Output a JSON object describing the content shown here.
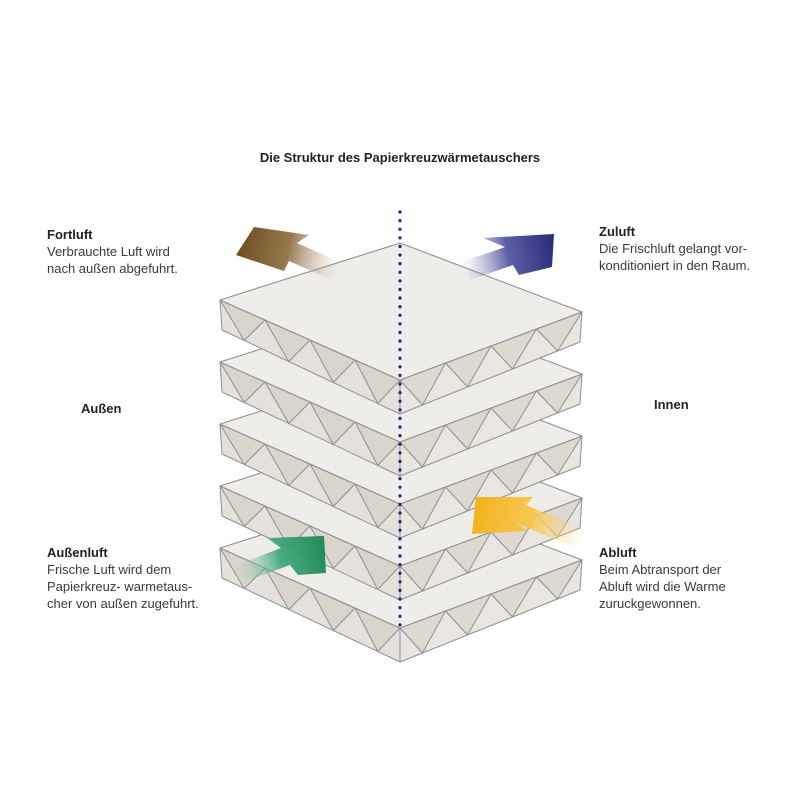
{
  "title": "Die Struktur des Papierkreuzwärmetauschers",
  "labels": {
    "outside": "Außen",
    "inside": "Innen"
  },
  "fortluft": {
    "heading": "Fortluft",
    "line1": "Verbrauchte Luft wird",
    "line2": "nach außen abgefuhrt."
  },
  "zuluft": {
    "heading": "Zuluft",
    "line1": "Die Frischluft gelangt vor-",
    "line2": "konditioniert in den Raum."
  },
  "aussenluft": {
    "heading": "Außenluft",
    "line1": "Frische Luft wird dem",
    "line2": "Papierkreuz- warmetaus-",
    "line3": "cher von außen zugefuhrt."
  },
  "abluft": {
    "heading": "Abluft",
    "line1": "Beim Abtransport der",
    "line2": "Abluft wird die Warme",
    "line3": "zuruckgewonnen."
  },
  "colors": {
    "fortluft_arrow": "#6b4a1f",
    "zuluft_arrow": "#2b2e7a",
    "aussenluft_arrow": "#1f8a5a",
    "abluft_arrow": "#f2b21c",
    "divider": "#1f2b7a",
    "panel": "#efedea",
    "panel_stroke": "#8f8f8f"
  }
}
